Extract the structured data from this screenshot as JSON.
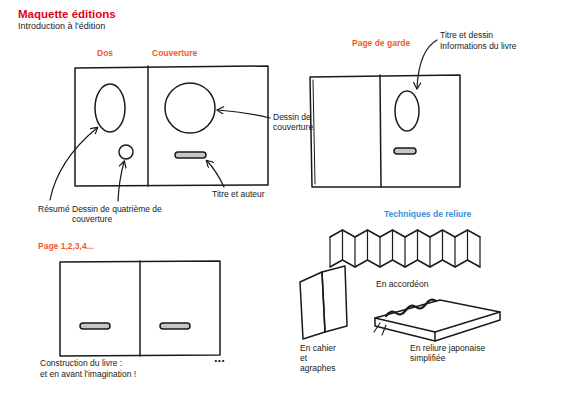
{
  "diagram": {
    "title": "Maquette éditions",
    "labels": [
      "Introduction à l'édition",
      "Dos",
      "Couverture",
      "Dessin de couverture",
      "Résumé",
      "Dessin de quatrième de couverture",
      "Titre et auteur",
      "Page de garde",
      "Titre et dessin",
      "Informations du livre",
      "Page 1,2,3,4...",
      "Construction du livre :",
      "et en avant l'imagination !",
      "...",
      "Techniques de reliure",
      "En accordéon",
      "En cahier et agraphes",
      "En reliure japonaise simplifiée"
    ]
  }
}
